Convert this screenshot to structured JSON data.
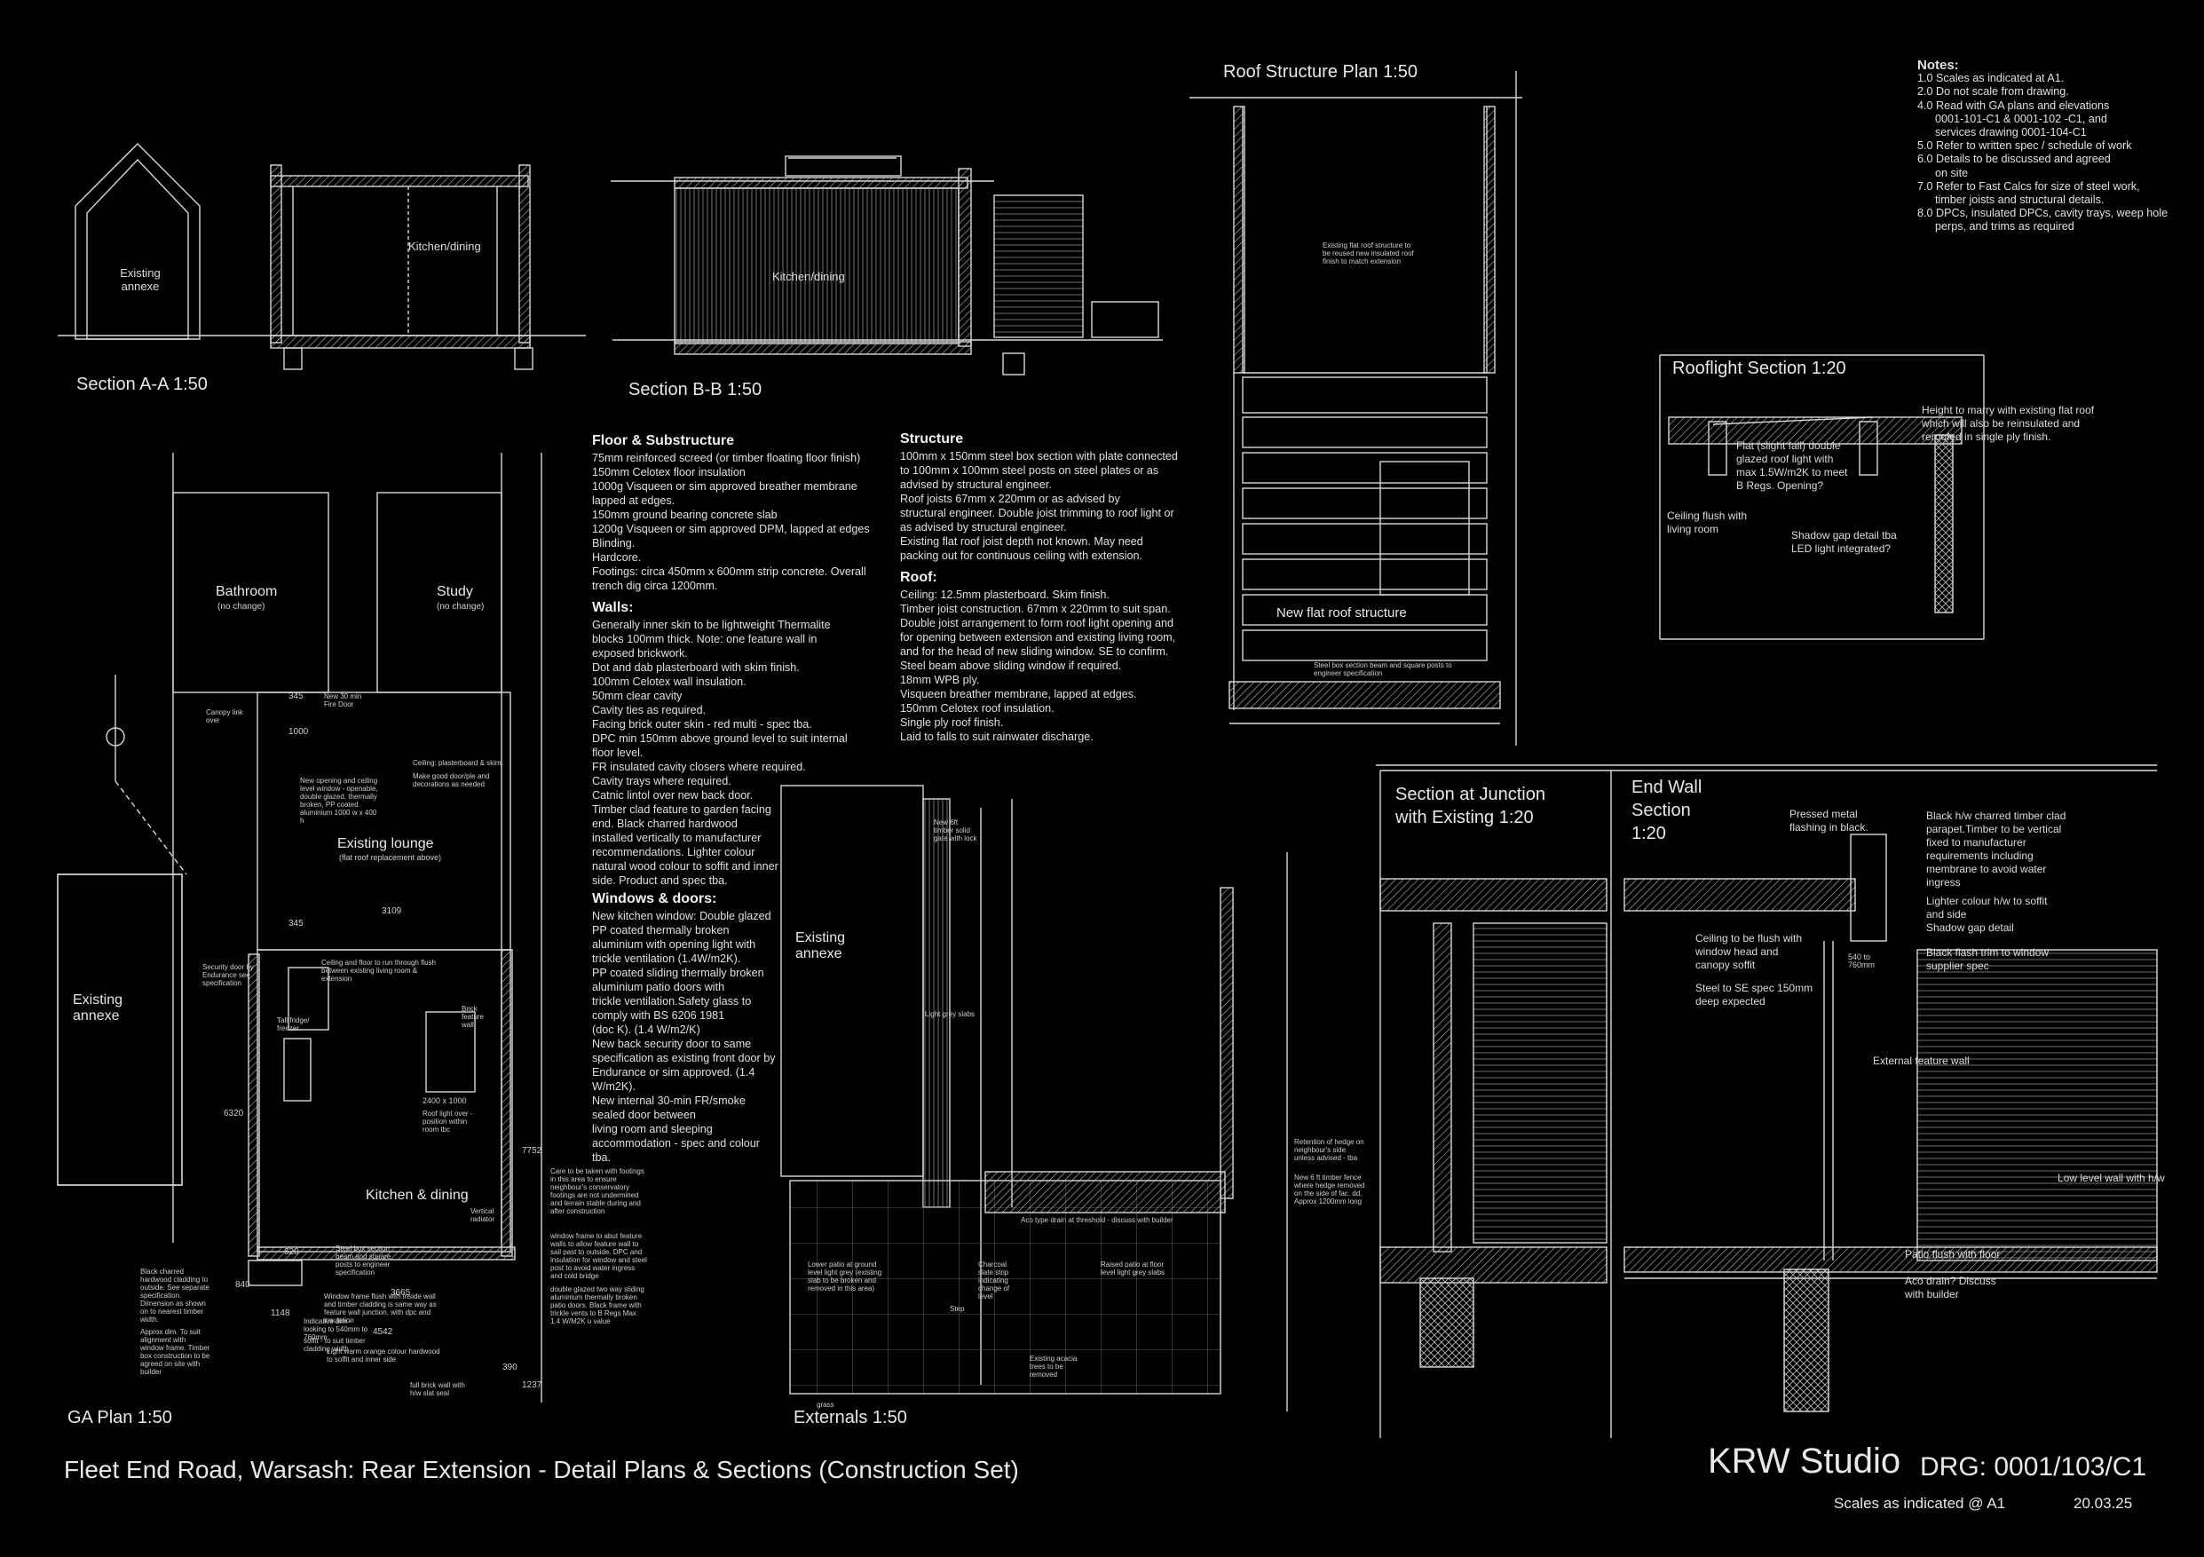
{
  "sheet": {
    "title": "Fleet End Road, Warsash: Rear Extension - Detail Plans & Sections (Construction Set)",
    "studio": "KRW Studio",
    "drawing_no": "DRG: 0001/103/C1",
    "scale_note": "Scales as indicated @ A1",
    "date": "20.03.25"
  },
  "views": {
    "section_aa": "Section A-A 1:50",
    "section_bb": "Section B-B 1:50",
    "roof_plan": "Roof Structure Plan 1:50",
    "rooflight": "Rooflight Section 1:20",
    "junction_l1": "Section at Junction",
    "junction_l2": "with Existing 1:20",
    "endwall_l1": "End Wall",
    "endwall_l2": "Section",
    "endwall_l3": "1:20",
    "ga_plan": "GA Plan 1:50",
    "externals": "Externals 1:50"
  },
  "rooms": {
    "existing_annexe": "Existing annexe",
    "kitchen_dining_aa": "Kitchen/dining",
    "kitchen_dining_bb": "Kitchen/dining",
    "bathroom": "Bathroom",
    "bathroom_sub": "(no change)",
    "study": "Study",
    "study_sub": "(no change)",
    "lounge": "Existing lounge",
    "lounge_sub": "(flat roof replacement above)",
    "kitchen_dining": "Kitchen & dining",
    "annexe_l1": "Existing",
    "annexe_l2": "annexe",
    "new_flat_roof": "New flat roof structure",
    "existing_flat_roof": "Existing flat roof structure to be reused new insulated roof finish to match extension",
    "steel_beam": "Steel box section beam and square posts to engineer specification"
  },
  "dims": {
    "d345a": "345",
    "d1000": "1000",
    "d3109": "3109",
    "d345b": "345",
    "d6320": "6320",
    "d7752": "7752",
    "d4542": "4542",
    "d390": "390",
    "d1237": "1237",
    "d840": "840",
    "d1148": "1148",
    "d620": "620",
    "d3665": "3665",
    "rooflight_size": "2400 x 1000",
    "rooflight_txt": "Roof light over - position within room tbc"
  },
  "spec": {
    "floor_title": "Floor & Substructure",
    "floor": [
      "75mm reinforced screed (or timber floating floor finish)",
      "150mm Celotex floor insulation",
      "1000g Visqueen or sim approved breather membrane",
      "lapped at edges.",
      "150mm ground bearing concrete slab",
      "1200g Visqueen or sim approved DPM, lapped at edges",
      "Blinding.",
      "Hardcore.",
      "Footings: circa 450mm x 600mm strip concrete. Overall",
      "trench dig circa 1200mm."
    ],
    "walls_title": "Walls:",
    "walls": [
      "Generally inner skin to be lightweight Thermalite",
      "blocks 100mm thick. Note: one feature wall in",
      "exposed brickwork.",
      "Dot and dab plasterboard with skim finish.",
      "100mm Celotex wall insulation.",
      "50mm clear cavity",
      "Cavity ties as required.",
      "Facing brick outer skin - red multi - spec tba.",
      "DPC min 150mm above ground level to suit internal",
      "floor level.",
      "FR insulated cavity closers where required.",
      "Cavity trays where required.",
      "Catnic lintol over new back door.",
      "Timber clad feature to garden facing",
      "end. Black charred hardwood",
      "installed vertically to manufacturer",
      "recommendations. Lighter colour",
      "natural wood colour to soffit and inner",
      "side. Product and spec tba."
    ],
    "windows_title": "Windows & doors:",
    "windows": [
      "New kitchen window: Double glazed",
      "PP coated thermally broken",
      "aluminium with opening light with",
      "trickle ventilation (1.4W/m2K).",
      "PP coated sliding thermally broken",
      "aluminium patio doors with",
      "trickle ventilation.Safety glass to",
      "comply with BS 6206 1981",
      "(doc K). (1.4 W/m2/K)",
      "New back security door to same",
      "specification as existing front door by",
      "Endurance or sim approved. (1.4",
      "W/m2K).",
      "New internal 30-min FR/smoke",
      "sealed door between",
      "living room and sleeping",
      "accommodation - spec and colour",
      "tba."
    ],
    "structure_title": "Structure",
    "structure": [
      "100mm x 150mm steel box section with plate connected",
      "to 100mm x 100mm steel posts on steel plates or as",
      "advised by structural engineer.",
      "Roof joists 67mm x 220mm or as advised by",
      "structural engineer. Double joist trimming to roof light or",
      "as advised by structural engineer.",
      "Existing flat roof joist depth not known. May need",
      "packing out for continuous ceiling with extension."
    ],
    "roof_title": "Roof:",
    "roof": [
      "Ceiling: 12.5mm plasterboard. Skim finish.",
      "Timber joist construction. 67mm x 220mm to suit span.",
      "Double joist arrangement to form roof light opening and",
      "for opening between extension and existing living room,",
      "and for the head of new sliding window. SE to confirm.",
      "Steel beam above sliding window if required.",
      "18mm WPB ply.",
      "Visqueen breather membrane, lapped at edges.",
      "150mm Celotex roof insulation.",
      "Single ply roof finish.",
      "Laid to falls to suit rainwater discharge."
    ]
  },
  "notes": {
    "title": "Notes:",
    "items": [
      "1.0 Scales as indicated at A1.",
      "2.0 Do not scale from drawing.",
      "4.0 Read with GA plans and elevations",
      "0001-101-C1 & 0001-102 -C1, and",
      "services drawing 0001-104-C1",
      "5.0 Refer to written spec / schedule of work",
      "6.0 Details to be discussed and agreed",
      "on site",
      "7.0 Refer to Fast Calcs for size of steel work,",
      "timber joists and structural details.",
      "8.0 DPCs, insulated DPCs, cavity trays, weep hole",
      "perps, and trims as required"
    ]
  },
  "rooflight_notes": {
    "height": "Height to marry with existing flat roof which will also be reinsulated and reroofed in single ply finish.",
    "flat": "Flat (slight fall) double glazed roof light with max 1.5W/m2K to meet B Regs. Opening?",
    "ceiling": "Ceiling flush with living room",
    "shadow": "Shadow gap detail tba LED light integrated?"
  },
  "endwall_notes": {
    "pressed": "Pressed metal flashing in black.",
    "charred": "Black h/w charred timber clad parapet.Timber to be vertical fixed to manufacturer requirements including membrane to avoid water ingress",
    "lighter": "Lighter colour h/w to soffit and side",
    "shadow_gap": "Shadow gap detail",
    "ceiling_flush": "Ceiling to be flush with window head and canopy soffit",
    "black_flash": "Black flash trim to window supplier spec",
    "steel_se": "Steel to SE spec 150mm deep expected",
    "d540": "540 to 760mm",
    "ext_wall": "External feature wall",
    "low_wall": "Low level wall with h/w",
    "patio": "Patio flush with floor",
    "aco": "Aco drain? Discuss with builder"
  },
  "ga_labels": {
    "canopy": "Canopy link over",
    "new_door": "New 30 min Fire Door",
    "ceiling_plaster": "Ceiling: plasterboard & skim.",
    "make_good": "Make good door/ple and decorations as needed",
    "new_opening": "New opening and ceiling level window - openable, double glazed, thermally broken, PP coated aluminium 1000 w x 400 h",
    "tall_fridge": "Tall fridge/ freezer",
    "security_door": "Security door by Endurance see specification",
    "ceiling_floor": "Ceiling and floor to run through flush between existing living room & extension",
    "brick_feature": "Brick feature wall",
    "vertical_radiator": "Vertical radiator",
    "black_charred": "Black charred hardwood cladding to outside. See separate specification. Dimension as shown on to nearest timber width.",
    "approx_dim": "Approx dim. To suit alignment with window frame. Timber box construction to be agreed on site with builder",
    "window_frame": "Window frame flush with inside wall and timber cladding is same way as feature wall junction, with dpc and insulation",
    "steel_box": "Steel box section beam and square posts to engineer specification",
    "light_warm": "Light warm orange colour hardwood to soffit and inner side",
    "full_brick": "full brick wall with h/w slat seal",
    "care": "Care to be taken with footings in this area to ensure neighbour's conservatory footings are not undermined and terrain stable during and after construction",
    "window_frame_note": "window frame to abut feature walls to allow feature wall to sail past to outside. DPC and insulation for window and steel post to avoid water ingress and cold bridge",
    "double_glazed": "double glazed two way sliding aluminium thermally broken patio doors. Black frame with trickle vents to B Regs Max 1.4 W/M2K u value",
    "indicative": "Indicative dim - looking to 540mm to 760mm",
    "soffit": "soffit - to suit timber cladding width"
  },
  "ext_labels": {
    "new_gate": "New 6ft timber solid gate with lock",
    "light_grey": "Light grey slabs",
    "lower_patio": "Lower patio at ground level light grey (existing slab to be broken and removed in this area)",
    "charcoal": "Charcoal slate strip indicating change of level",
    "raised_patio": "Raised patio at floor level light grey slabs",
    "step": "Step",
    "existing_acacia": "Existing acacia trees to be removed",
    "retention": "Retention of hedge on neighbour's side unless advised - tba",
    "new_fence": "New 6 ft timber fence where hedge removed on the side of fac. dd. Approx 1200mm long",
    "aco_channel": "Aco type drain at threshold - discuss with builder",
    "grass": "grass"
  }
}
